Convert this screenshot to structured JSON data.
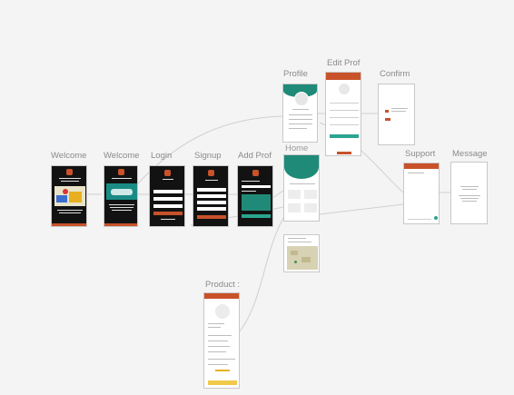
{
  "screens": {
    "welcome1": {
      "label": "Welcome"
    },
    "welcome2": {
      "label": "Welcome"
    },
    "login": {
      "label": "Login"
    },
    "signup": {
      "label": "Signup"
    },
    "addprof": {
      "label": "Add Prof"
    },
    "profile": {
      "label": "Profile"
    },
    "editprof": {
      "label": "Edit Prof"
    },
    "confirm": {
      "label": "Confirm"
    },
    "home": {
      "label": "Home"
    },
    "support": {
      "label": "Support"
    },
    "message": {
      "label": "Message"
    },
    "product": {
      "label": "Product :"
    }
  },
  "colors": {
    "accent": "#c8522a",
    "teal": "#1f8a78",
    "dark_screen": "#121212",
    "canvas": "#f4f4f4",
    "connector": "#d0d0d0"
  }
}
